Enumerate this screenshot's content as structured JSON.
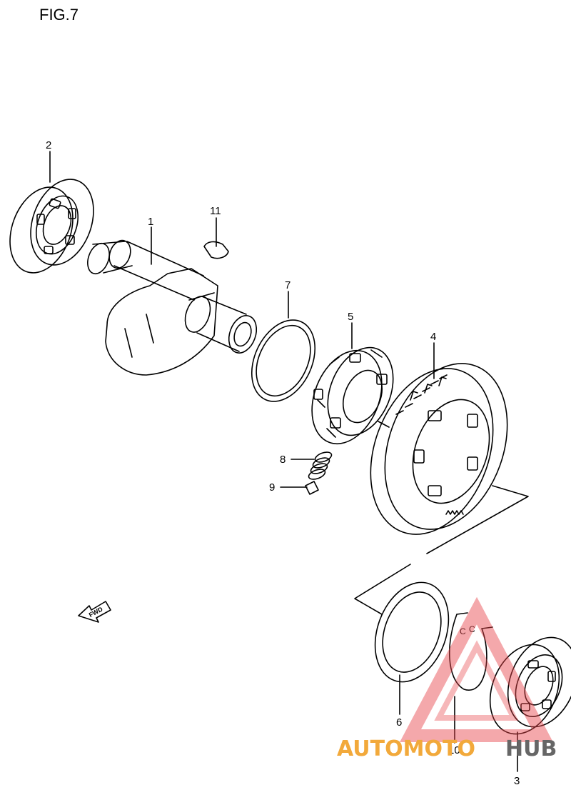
{
  "figure": {
    "title": "FIG.7"
  },
  "callouts": [
    {
      "id": "2",
      "label": "2"
    },
    {
      "id": "1",
      "label": "1"
    },
    {
      "id": "11",
      "label": "11"
    },
    {
      "id": "7",
      "label": "7"
    },
    {
      "id": "5",
      "label": "5"
    },
    {
      "id": "4",
      "label": "4"
    },
    {
      "id": "8",
      "label": "8"
    },
    {
      "id": "9",
      "label": "9"
    },
    {
      "id": "6",
      "label": "6"
    },
    {
      "id": "10",
      "label": "10"
    },
    {
      "id": "3",
      "label": "3"
    }
  ],
  "direction_marker": {
    "label": "FWD"
  },
  "clip_marks": {
    "left": "C",
    "right": "C"
  },
  "watermark": {
    "word_part_1": "AUTOMOTO",
    "word_part_2": "HUB",
    "color_primary": "#f2a93b",
    "color_secondary": "#666666",
    "logo_color": "#e8454a"
  }
}
